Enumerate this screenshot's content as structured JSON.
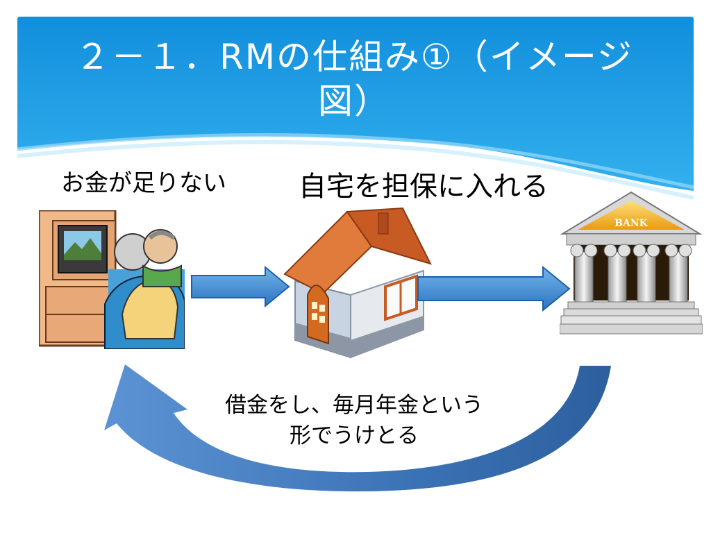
{
  "slide": {
    "title": "２－１．RMの仕組み①（イメージ図）"
  },
  "diagram": {
    "need_money_label": "お金が足りない",
    "collateral_label": "自宅を担保に入れる",
    "pension_label": "借金をし、毎月年金という形でうけとる",
    "bank_sign": "BANK",
    "icons": [
      "elderly-couple-tv-icon",
      "house-icon",
      "bank-icon",
      "arrow-right-icon",
      "curved-return-arrow-icon"
    ],
    "colors": {
      "header_blue": "#1a9de4",
      "arrow_blue": "#4a8fd4",
      "house_roof": "#c85a23",
      "bank_gold": "#f2b21c"
    }
  }
}
